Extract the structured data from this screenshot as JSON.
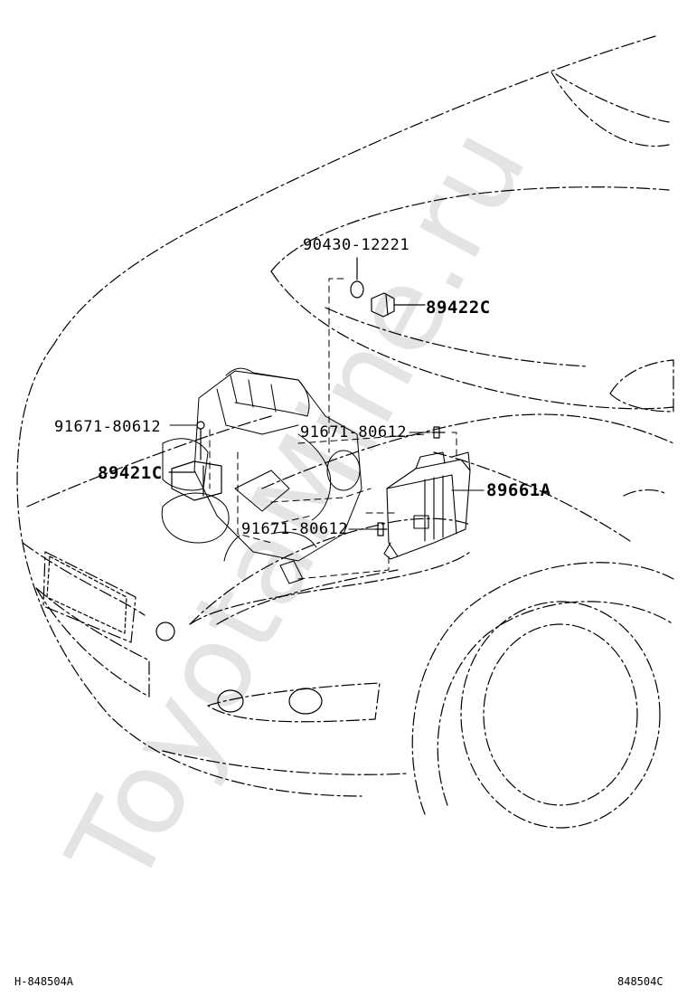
{
  "watermark": "ToyotaMine.ru",
  "labels": {
    "p90430": "90430-12221",
    "p89422c": "89422C",
    "p91671_a": "91671-80612",
    "p91671_b": "91671-80612",
    "p91671_c": "91671-80612",
    "p89421c": "89421C",
    "p89661a": "89661A"
  },
  "footer": {
    "left": "H-848504A",
    "right": "848504C"
  },
  "colors": {
    "line": "#000000",
    "watermark": "#e4e4e4"
  }
}
